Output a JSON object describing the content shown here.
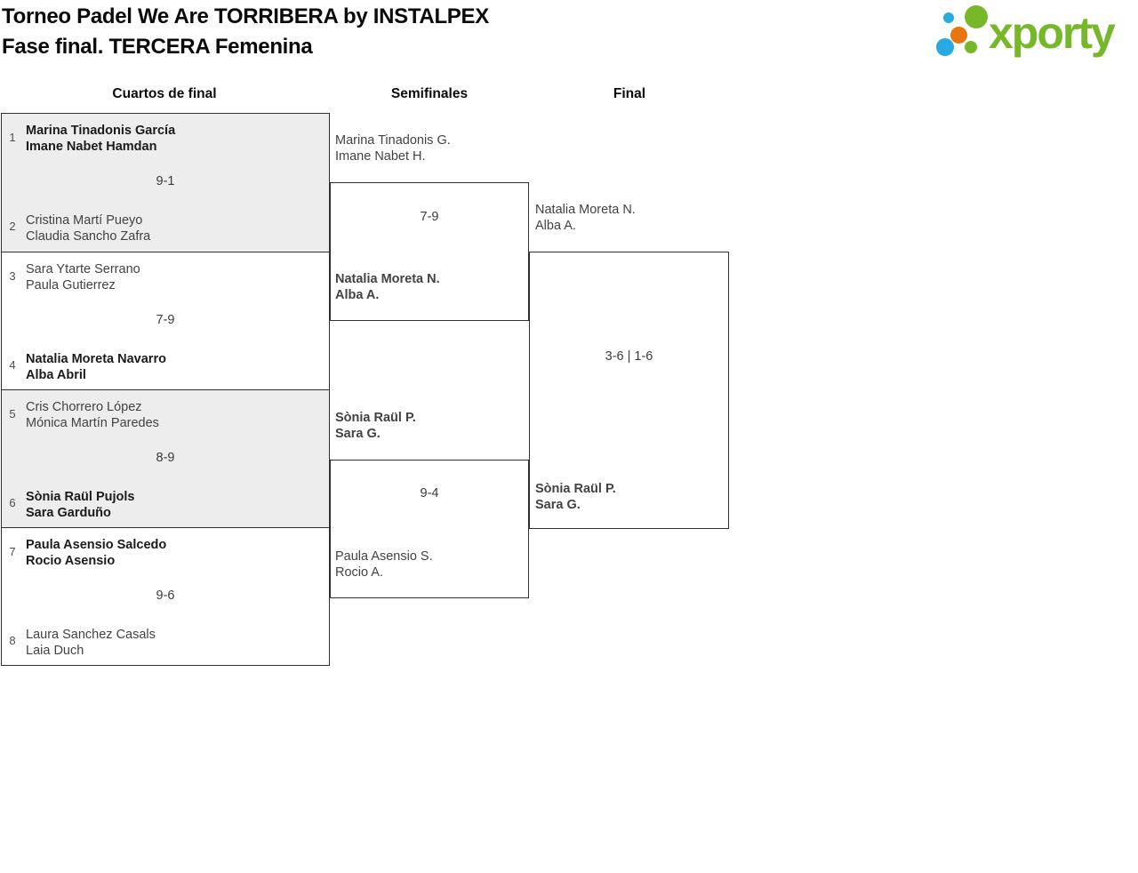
{
  "title": {
    "line1": "Torneo Padel We Are TORRIBERA by INSTALPEX",
    "line2": "Fase final. TERCERA Femenina"
  },
  "logo": {
    "text": "xporty"
  },
  "round_headers": {
    "quarterfinals": "Cuartos de final",
    "semifinals": "Semifinales",
    "final": "Final"
  },
  "quarterfinals": [
    {
      "top": {
        "seed": "1",
        "line1": "Marina Tinadonis García",
        "line2": "Imane Nabet Hamdan",
        "winner": true
      },
      "score": "9-1",
      "bottom": {
        "seed": "2",
        "line1": "Cristina Martí Pueyo",
        "line2": "Claudia Sancho Zafra",
        "winner": false
      }
    },
    {
      "top": {
        "seed": "3",
        "line1": "Sara Ytarte Serrano",
        "line2": "Paula Gutierrez",
        "winner": false
      },
      "score": "7-9",
      "bottom": {
        "seed": "4",
        "line1": "Natalia Moreta Navarro",
        "line2": "Alba Abril",
        "winner": true
      }
    },
    {
      "top": {
        "seed": "5",
        "line1": "Cris Chorrero López",
        "line2": "Mónica Martín Paredes",
        "winner": false
      },
      "score": "8-9",
      "bottom": {
        "seed": "6",
        "line1": "Sònia Raül Pujols",
        "line2": "Sara Garduño",
        "winner": true
      }
    },
    {
      "top": {
        "seed": "7",
        "line1": "Paula Asensio Salcedo",
        "line2": "Rocio Asensio",
        "winner": true
      },
      "score": "9-6",
      "bottom": {
        "seed": "8",
        "line1": "Laura Sanchez Casals",
        "line2": "Laia Duch",
        "winner": false
      }
    }
  ],
  "semifinals": [
    {
      "top": {
        "line1": "Marina Tinadonis G.",
        "line2": "Imane Nabet H.",
        "winner": false
      },
      "score": "7-9",
      "bottom": {
        "line1": "Natalia Moreta N.",
        "line2": "Alba A.",
        "winner": true
      }
    },
    {
      "top": {
        "line1": "Sònia Raül P.",
        "line2": "Sara G.",
        "winner": true
      },
      "score": "9-4",
      "bottom": {
        "line1": "Paula Asensio S.",
        "line2": "Rocio A.",
        "winner": false
      }
    }
  ],
  "final": {
    "top": {
      "line1": "Natalia Moreta N.",
      "line2": "Alba A.",
      "winner": false
    },
    "score": "3-6 | 1-6",
    "bottom": {
      "line1": "Sònia Raül P.",
      "line2": "Sara G.",
      "winner": true
    }
  },
  "colors": {
    "brand_green": "#76b82a",
    "brand_blue": "#29a9e1",
    "brand_orange": "#e87511",
    "box_shade": "#ededed",
    "border": "#303030"
  }
}
